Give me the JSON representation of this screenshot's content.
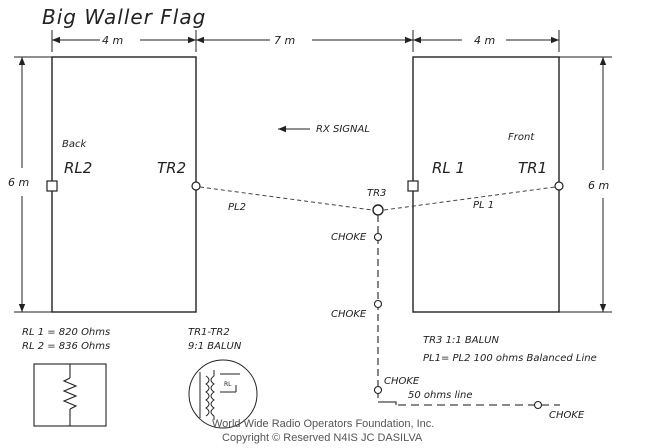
{
  "title": "Big Waller Flag",
  "dimensions": {
    "left_width": "4 m",
    "spacing": "7 m",
    "right_width": "4 m",
    "left_height": "6 m",
    "right_height": "6 m"
  },
  "signal": {
    "label": "RX SIGNAL",
    "arrow": "left-arrow-icon"
  },
  "left_loop": {
    "side_label": "Back",
    "resistor": "RL2",
    "transformer": "TR2",
    "line": "PL2"
  },
  "right_loop": {
    "side_label": "Front",
    "resistor": "RL 1",
    "transformer": "TR1",
    "line": "PL 1"
  },
  "center": {
    "transformer": "TR3",
    "choke_labels": [
      "CHOKE",
      "CHOKE",
      "CHOKE",
      "CHOKE"
    ],
    "feedline": "50 ohms line"
  },
  "notes": {
    "rl1": "RL 1  =  820  Ohms",
    "rl2": "RL 2  =  836  Ohms",
    "tr_pair": "TR1-TR2",
    "balun_91": "9:1  BALUN",
    "tr3": "TR3   1:1  BALUN",
    "pl": "PL1=  PL2  100  ohms Balanced Line"
  },
  "schematics": {
    "resistor": "resistor-symbol-icon",
    "transformer": "transformer-symbol-icon",
    "transformer_label": "RL"
  },
  "footer": {
    "line1": "World Wide Radio Operators Foundation, Inc.",
    "line2": "Copyright  ©   Reserved  N4IS JC DASILVA"
  }
}
